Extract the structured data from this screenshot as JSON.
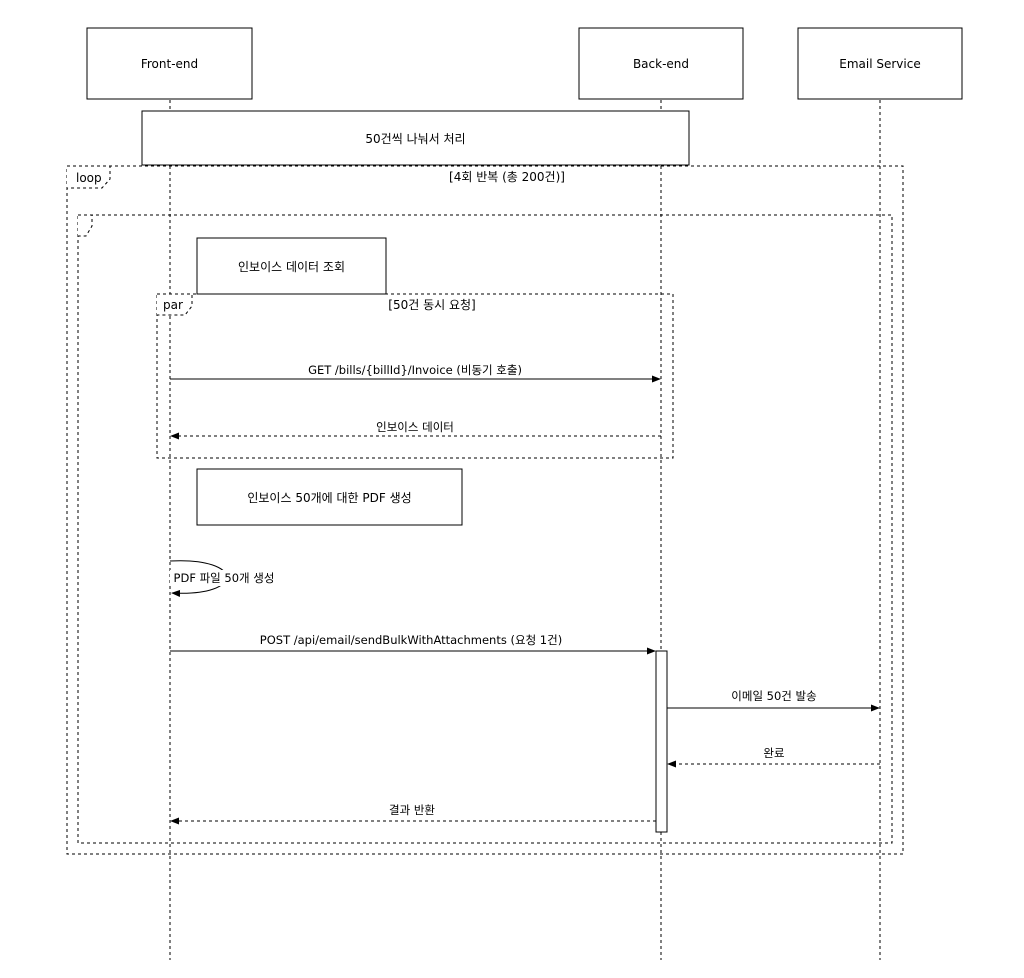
{
  "participants": [
    {
      "id": "frontend",
      "label": "Front-end"
    },
    {
      "id": "backend",
      "label": "Back-end"
    },
    {
      "id": "email",
      "label": "Email Service"
    }
  ],
  "notes": {
    "split": "50건씩 나눠서 처리",
    "fetch_invoice": "인보이스 데이터 조회",
    "pdf_generate": "인보이스 50개에 대한 PDF 생성"
  },
  "fragments": {
    "loop": {
      "keyword": "loop",
      "condition": "[4회 반복 (총 200건)]"
    },
    "par": {
      "keyword": "par",
      "condition": "[50건 동시 요청]"
    }
  },
  "messages": {
    "get_invoice": "GET /bills/{billId}/Invoice (비동기 호출)",
    "invoice_data": "인보이스 데이터",
    "self_pdf": "PDF 파일 50개 생성",
    "post_bulk": "POST /api/email/sendBulkWithAttachments (요청 1건)",
    "send_email": "이메일 50건 발송",
    "done": "완료",
    "return_result": "결과 반환"
  }
}
